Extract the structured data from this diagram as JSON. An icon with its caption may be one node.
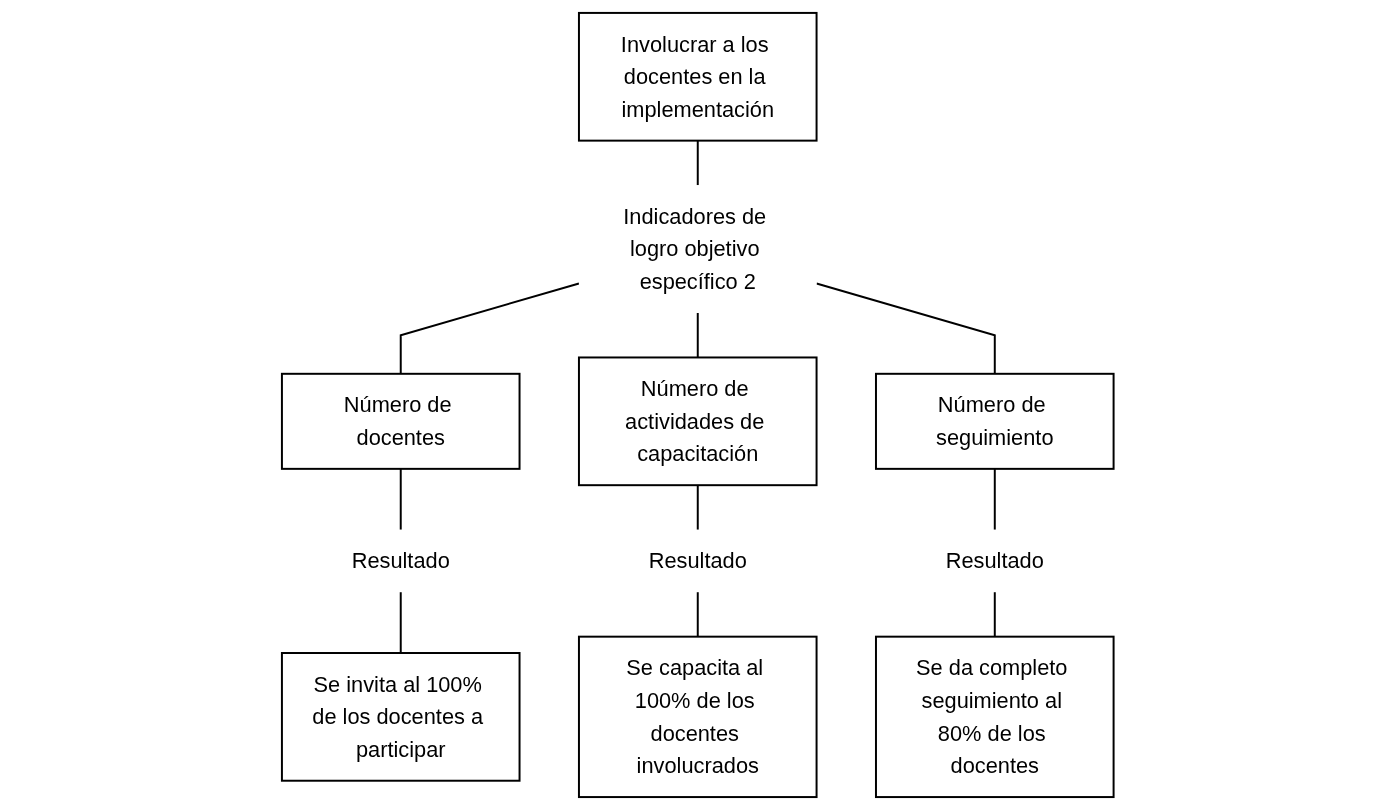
{
  "diagram": {
    "nodes": [
      {
        "text": [
          "Involucrar a los docentes en la implementación"
        ]
      },
      {
        "text": [
          "Indicadores de logro objetivo específico 2"
        ]
      },
      {
        "text": [
          "Número de docentes"
        ]
      },
      {
        "text": [
          "Número de actividades de capacitación"
        ]
      },
      {
        "text": [
          "Número de seguimiento"
        ]
      },
      {
        "text": [
          "Resultado"
        ]
      },
      {
        "text": [
          "Resultado"
        ]
      },
      {
        "text": [
          "Resultado"
        ]
      },
      {
        "text": [
          "Se invita al 100% de los docentes a participar"
        ]
      },
      {
        "text": [
          "Se capacita al 100% de los docentes involucrados"
        ]
      },
      {
        "text": [
          "Se da completo seguimiento al 80% de los docentes"
        ]
      }
    ],
    "edges": [
      {
        "from": 0,
        "to": 1,
        "arrow": "none"
      },
      {
        "from": 1,
        "to": 2,
        "arrow": "none"
      },
      {
        "from": 1,
        "to": 3,
        "arrow": "none"
      },
      {
        "from": 1,
        "to": 4,
        "arrow": "none"
      },
      {
        "from": 2,
        "to": 5,
        "arrow": "none"
      },
      {
        "from": 3,
        "to": 6,
        "arrow": "none"
      },
      {
        "from": 4,
        "to": 7,
        "arrow": "none"
      },
      {
        "from": 5,
        "to": 8,
        "arrow": "none"
      },
      {
        "from": 6,
        "to": 9,
        "arrow": "none"
      },
      {
        "from": 7,
        "to": 10,
        "arrow": "none"
      }
    ]
  }
}
